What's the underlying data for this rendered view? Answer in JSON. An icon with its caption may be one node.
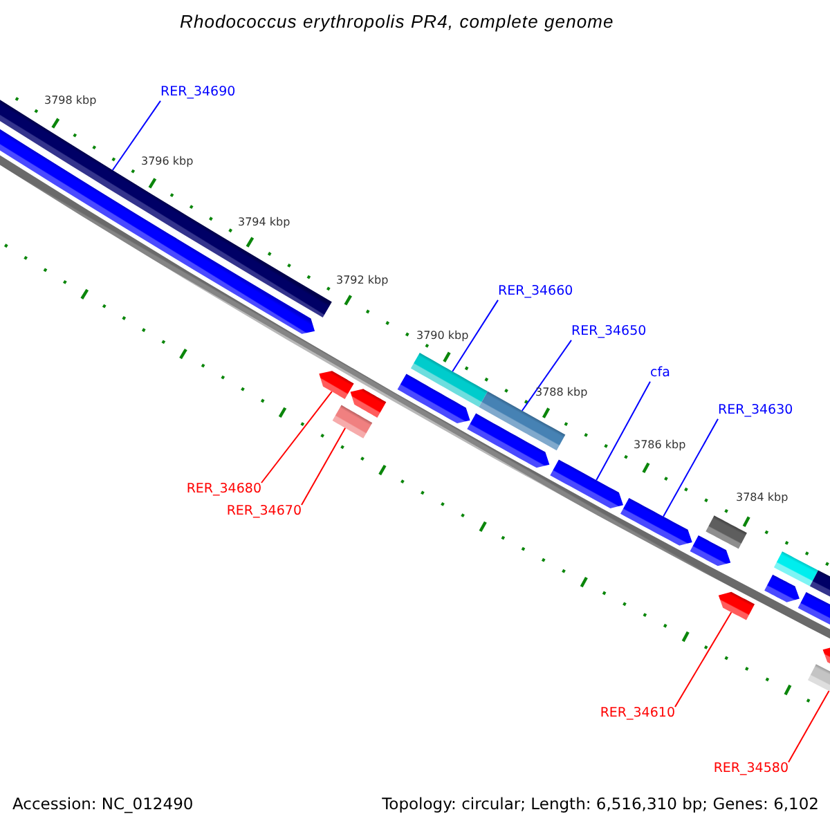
{
  "diagram": {
    "title": "Rhodococcus erythropolis PR4, complete genome",
    "nodes": [
      {
        "text": [
          "RER_34690"
        ]
      },
      {
        "text": [
          "RER_34660"
        ]
      },
      {
        "text": [
          "RER_34650"
        ]
      },
      {
        "text": [
          "cfa"
        ]
      },
      {
        "text": [
          "RER_34630"
        ]
      },
      {
        "text": [
          "RER_34680"
        ]
      },
      {
        "text": [
          "RER_34670"
        ]
      },
      {
        "text": [
          "RER_34610"
        ]
      },
      {
        "text": [
          "RER_34580"
        ]
      },
      {
        "text": [],
        "shape": "bar"
      },
      {
        "text": [],
        "shape": "pentagon"
      },
      {
        "text": [],
        "shape": "pentagon"
      },
      {
        "text": [],
        "shape": "bar"
      },
      {
        "text": [],
        "shape": "pentagon"
      },
      {
        "text": [],
        "shape": "pentagon"
      },
      {
        "text": [],
        "shape": "bar"
      },
      {
        "text": [],
        "shape": "bar"
      },
      {
        "text": [],
        "shape": "pentagon"
      },
      {
        "text": [],
        "shape": "pentagon"
      },
      {
        "text": [],
        "shape": "pentagon"
      },
      {
        "text": [],
        "shape": "pentagon"
      },
      {
        "text": [],
        "shape": "bar"
      },
      {
        "text": [],
        "shape": "pentagon"
      },
      {
        "text": [],
        "shape": "bar"
      },
      {
        "text": [],
        "shape": "pentagon"
      },
      {
        "text": [],
        "shape": "pentagon"
      },
      {
        "text": [],
        "shape": "bar"
      },
      {
        "text": [],
        "shape": "pentagon"
      },
      {
        "text": [],
        "shape": "bar"
      }
    ],
    "edges": [
      {
        "from": 0,
        "to": 9,
        "arrow": "none"
      },
      {
        "from": 1,
        "to": 15,
        "arrow": "none"
      },
      {
        "from": 2,
        "to": 16,
        "arrow": "none"
      },
      {
        "from": 3,
        "to": 18,
        "arrow": "none"
      },
      {
        "from": 4,
        "to": 19,
        "arrow": "none"
      },
      {
        "from": 5,
        "to": 11,
        "arrow": "none",
        "color": "#ff0000"
      },
      {
        "from": 6,
        "to": 12,
        "arrow": "none",
        "color": "#ff0000"
      },
      {
        "from": 7,
        "to": 22,
        "arrow": "none",
        "color": "#ff0000"
      },
      {
        "from": 8,
        "to": 28,
        "arrow": "none",
        "color": "#ff0000"
      }
    ],
    "labels": [
      "3798 kbp",
      "3796 kbp",
      "3794 kbp",
      "3792 kbp",
      "3790 kbp",
      "3788 kbp",
      "3786 kbp",
      "3784 kbp",
      "Accession: NC_012490",
      "Topology: circular; Length: 6,516,310 bp; Genes: 6,102"
    ]
  }
}
